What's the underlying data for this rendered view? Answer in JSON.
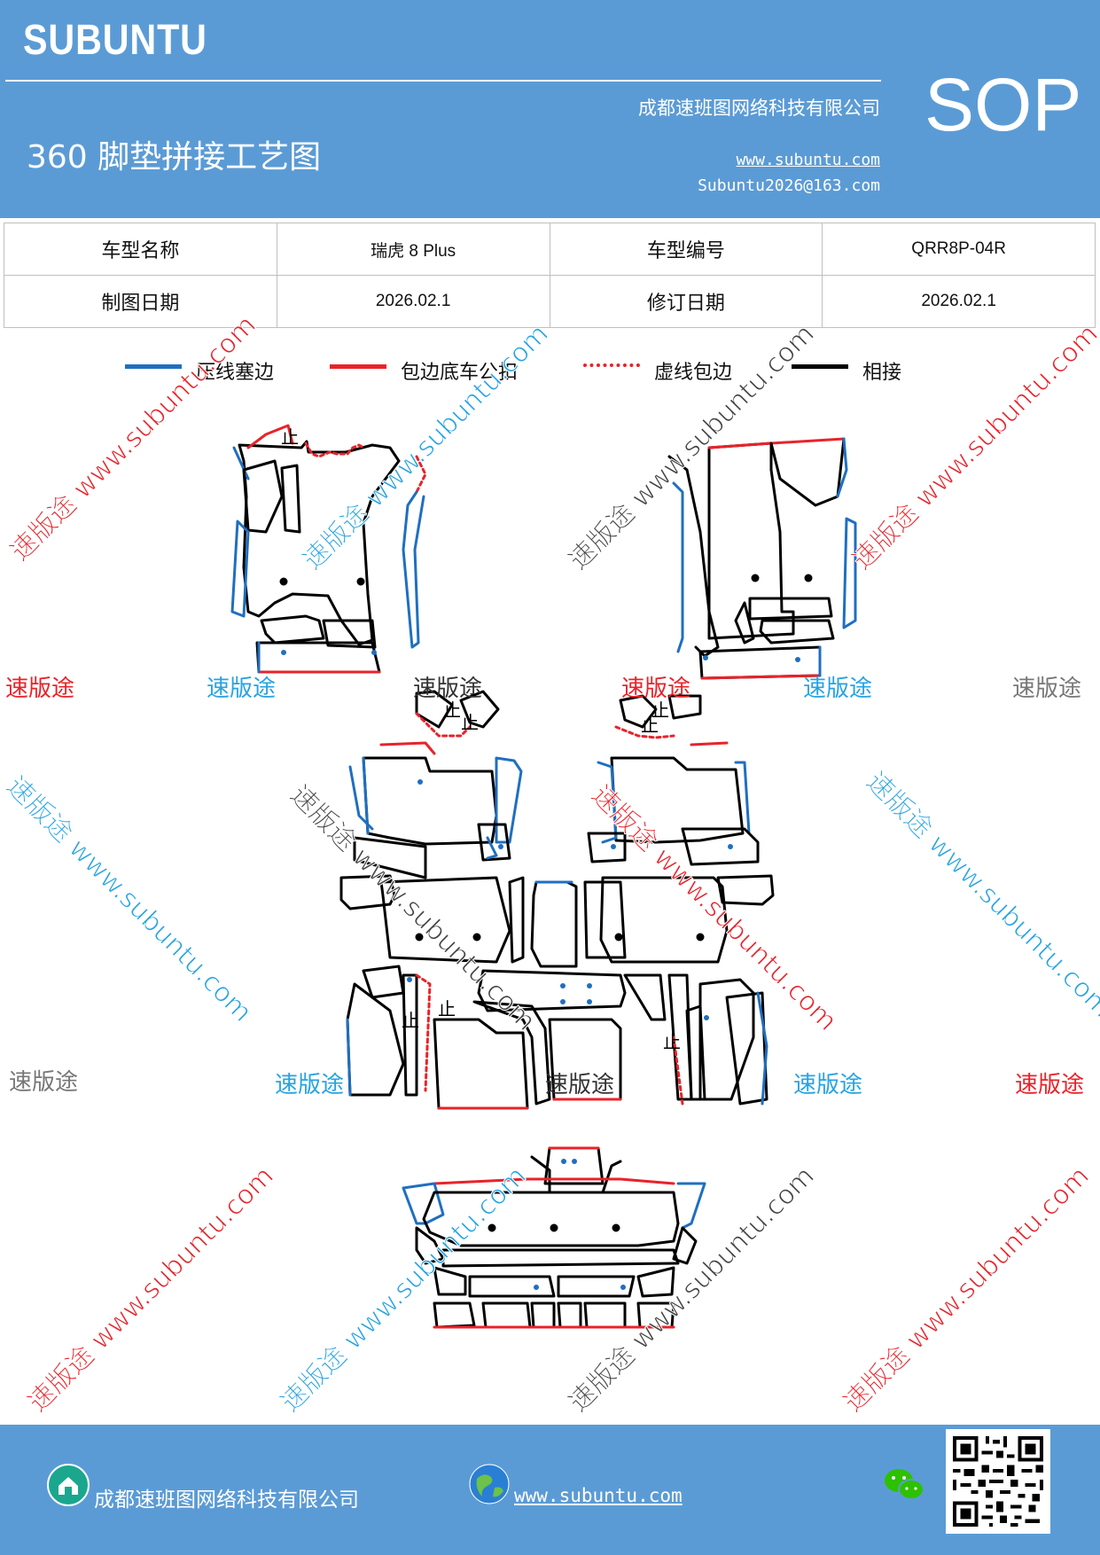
{
  "header": {
    "brand": "SUBUNTU",
    "sop": "SOP",
    "company": "成都速班图网络科技有限公司",
    "title": "360 脚垫拼接工艺图",
    "url": "www.subuntu.com",
    "email": "Subuntu2026@163.com"
  },
  "info": {
    "model_name_label": "车型名称",
    "model_name_value": "瑞虎 8 Plus",
    "model_code_label": "车型编号",
    "model_code_value": "QRR8P-04R",
    "draw_date_label": "制图日期",
    "draw_date_value": "2026.02.1",
    "revise_date_label": "修订日期",
    "revise_date_value": "2026.02.1"
  },
  "legend": [
    {
      "label": "压线塞边",
      "color": "#1f6fc0",
      "style": "solid"
    },
    {
      "label": "包边底车公扣",
      "color": "#e8232a",
      "style": "solid"
    },
    {
      "label": "虚线包边",
      "color": "#e8232a",
      "style": "dotted"
    },
    {
      "label": "相接",
      "color": "#000000",
      "style": "solid"
    }
  ],
  "watermark": {
    "brand": "速版途",
    "diag": "速版途 www.subuntu.com"
  },
  "mark": "止",
  "footer": {
    "company": "成都速班图网络科技有限公司",
    "url": "www.subuntu.com "
  },
  "colors": {
    "header_bg": "#5b9bd5",
    "blue_line": "#1f6fc0",
    "red_line": "#e8232a",
    "black_line": "#000000"
  },
  "icons": [
    "home-badge-icon",
    "globe-icon",
    "wechat-icon",
    "qr-code-icon"
  ]
}
